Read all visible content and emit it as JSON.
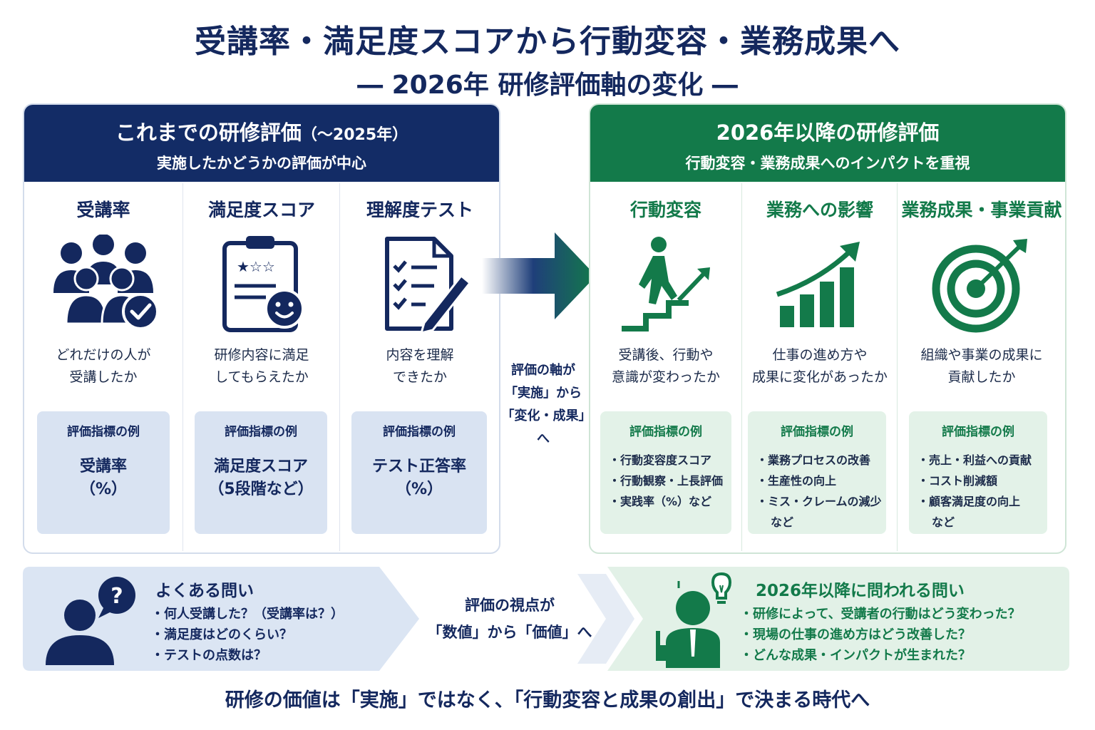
{
  "title": "受講率・満足度スコアから行動変容・業務成果へ",
  "subtitle": "― 2026年 研修評価軸の変化 ―",
  "old_panel": {
    "header_main": "これまでの研修評価",
    "header_paren": "（～2025年）",
    "header_sub": "実施したかどうかの評価が中心",
    "columns": [
      {
        "title": "受講率",
        "desc_line1": "どれだけの人が",
        "desc_line2": "受講したか",
        "box_label": "評価指標の例",
        "box_value1": "受講率",
        "box_value2": "（%）"
      },
      {
        "title": "満足度スコア",
        "desc_line1": "研修内容に満足",
        "desc_line2": "してもらえたか",
        "box_label": "評価指標の例",
        "box_value1": "満足度スコア",
        "box_value2": "（5段階など）"
      },
      {
        "title": "理解度テスト",
        "desc_line1": "内容を理解",
        "desc_line2": "できたか",
        "box_label": "評価指標の例",
        "box_value1": "テスト正答率",
        "box_value2": "（%）"
      }
    ]
  },
  "middle": {
    "line1": "評価の軸が",
    "line2": "「実施」から",
    "line3": "「変化・成果」へ"
  },
  "new_panel": {
    "header_main": "2026年以降の研修評価",
    "header_sub": "行動変容・業務成果へのインパクトを重視",
    "columns": [
      {
        "title": "行動変容",
        "desc_line1": "受講後、行動や",
        "desc_line2": "意識が変わったか",
        "box_label": "評価指標の例",
        "items": [
          "行動変容度スコア",
          "行動観察・上長評価",
          "実践率（%）など"
        ]
      },
      {
        "title": "業務への影響",
        "desc_line1": "仕事の進め方や",
        "desc_line2": "成果に変化があったか",
        "box_label": "評価指標の例",
        "items": [
          "業務プロセスの改善",
          "生産性の向上",
          "ミス・クレームの減少"
        ],
        "extra": "など"
      },
      {
        "title": "業務成果・事業貢献",
        "desc_line1": "組織や事業の成果に",
        "desc_line2": "貢献したか",
        "box_label": "評価指標の例",
        "items": [
          "売上・利益への貢献",
          "コスト削減額",
          "顧客満足度の向上"
        ],
        "extra": "など"
      }
    ]
  },
  "bottom_left": {
    "title": "よくある問い",
    "items": [
      "何人受講した？（受講率は？）",
      "満足度はどのくらい？",
      "テストの点数は？"
    ]
  },
  "bottom_middle": {
    "line1": "評価の視点が",
    "line2": "「数値」から「価値」へ"
  },
  "bottom_right": {
    "title": "2026年以降に問われる問い",
    "items": [
      "研修によって、受講者の行動はどう変わった？",
      "現場の仕事の進め方はどう改善した？",
      "どんな成果・インパクトが生まれた？"
    ]
  },
  "footer": "研修の価値は「実施」ではなく、「行動変容と成果の創出」で決まる時代へ",
  "colors": {
    "navy": "#132c66",
    "green": "#137a4a",
    "light_blue": "#d9e3f2",
    "light_green": "#e3f2e8"
  }
}
